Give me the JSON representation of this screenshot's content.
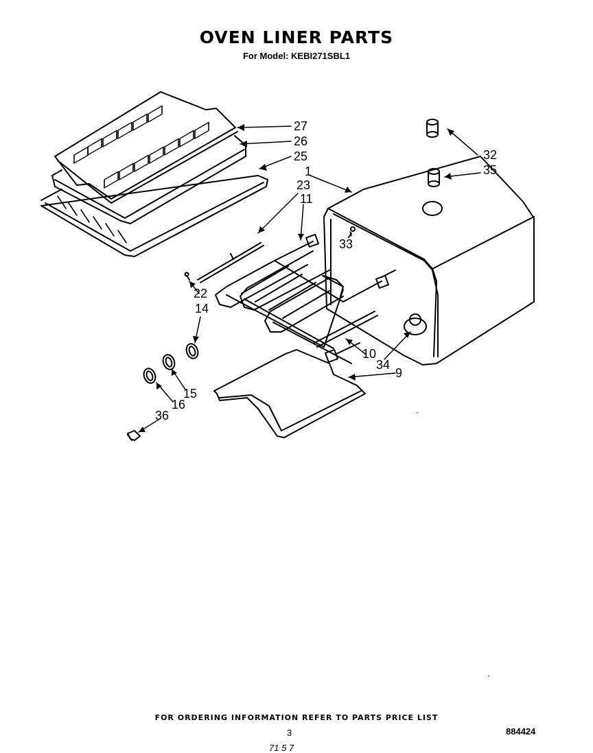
{
  "header": {
    "title": "OVEN LINER PARTS",
    "subtitle": "For Model: KEBI271SBL1"
  },
  "callouts": {
    "c27": "27",
    "c26": "26",
    "c25": "25",
    "c1": "1",
    "c23": "23",
    "c11": "11",
    "c32": "32",
    "c35": "35",
    "c33": "33",
    "c22": "22",
    "c14": "14",
    "c10": "10",
    "c34": "34",
    "c9": "9",
    "c15": "15",
    "c16": "16",
    "c36": "36"
  },
  "footer": {
    "ordering_note": "FOR ORDERING INFORMATION REFER TO PARTS PRICE LIST",
    "page_number": "3",
    "document_number": "884424",
    "handwritten": "71 5 7"
  }
}
